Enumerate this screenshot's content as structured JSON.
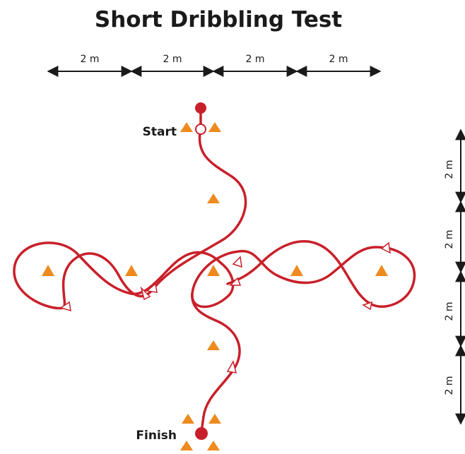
{
  "title": "Short Dribbling Test",
  "top_dimensions": [
    "2 m",
    "2 m",
    "2 m",
    "2 m"
  ],
  "side_dimensions": [
    "2 m",
    "2 m",
    "2 m",
    "2 m"
  ],
  "start_label": "Start",
  "finish_label": "Finish",
  "colors": {
    "path": "#c8202a",
    "cone": "#ef8a1f",
    "arrow": "#1a1a1a",
    "text": "#1a1a1a"
  }
}
